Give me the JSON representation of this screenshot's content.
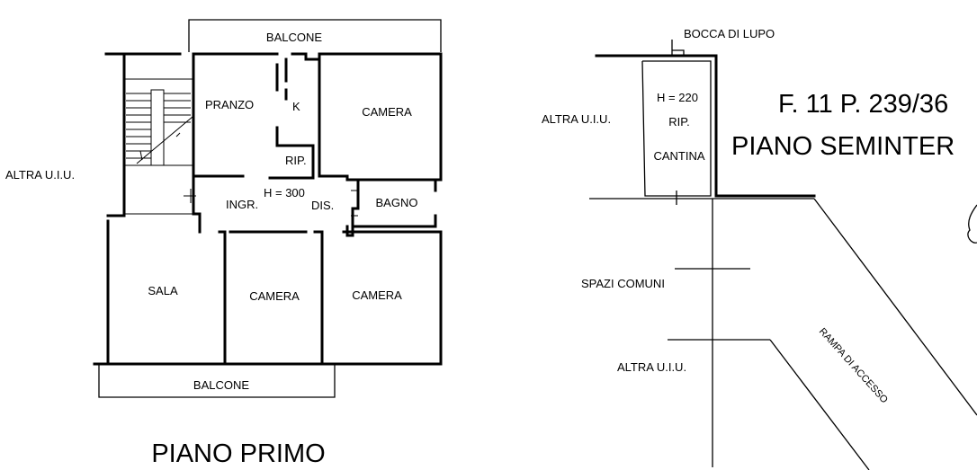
{
  "piano_primo": {
    "title": "PIANO PRIMO",
    "labels": {
      "balcone_top": "BALCONE",
      "balcone_bottom": "BALCONE",
      "altra_uiu": "ALTRA U.I.U.",
      "pranzo": "PRANZO",
      "k": "K",
      "camera_tr": "CAMERA",
      "rip": "RIP.",
      "height": "H = 300",
      "ingr": "INGR.",
      "dis": "DIS.",
      "bagno": "BAGNO",
      "sala": "SALA",
      "camera_bm": "CAMERA",
      "camera_br": "CAMERA"
    }
  },
  "piano_seminterrato": {
    "ref": "F. 11 P. 239/36",
    "title": "PIANO SEMINTER",
    "labels": {
      "bocca_di_lupo": "BOCCA DI LUPO",
      "altra_uiu_top": "ALTRA U.I.U.",
      "height": "H = 220",
      "rip": "RIP.",
      "cantina": "CANTINA",
      "spazi_comuni": "SPAZI COMUNI",
      "altra_uiu_bottom": "ALTRA U.I.U.",
      "rampa": "RAMPA DI ACCESSO"
    }
  }
}
